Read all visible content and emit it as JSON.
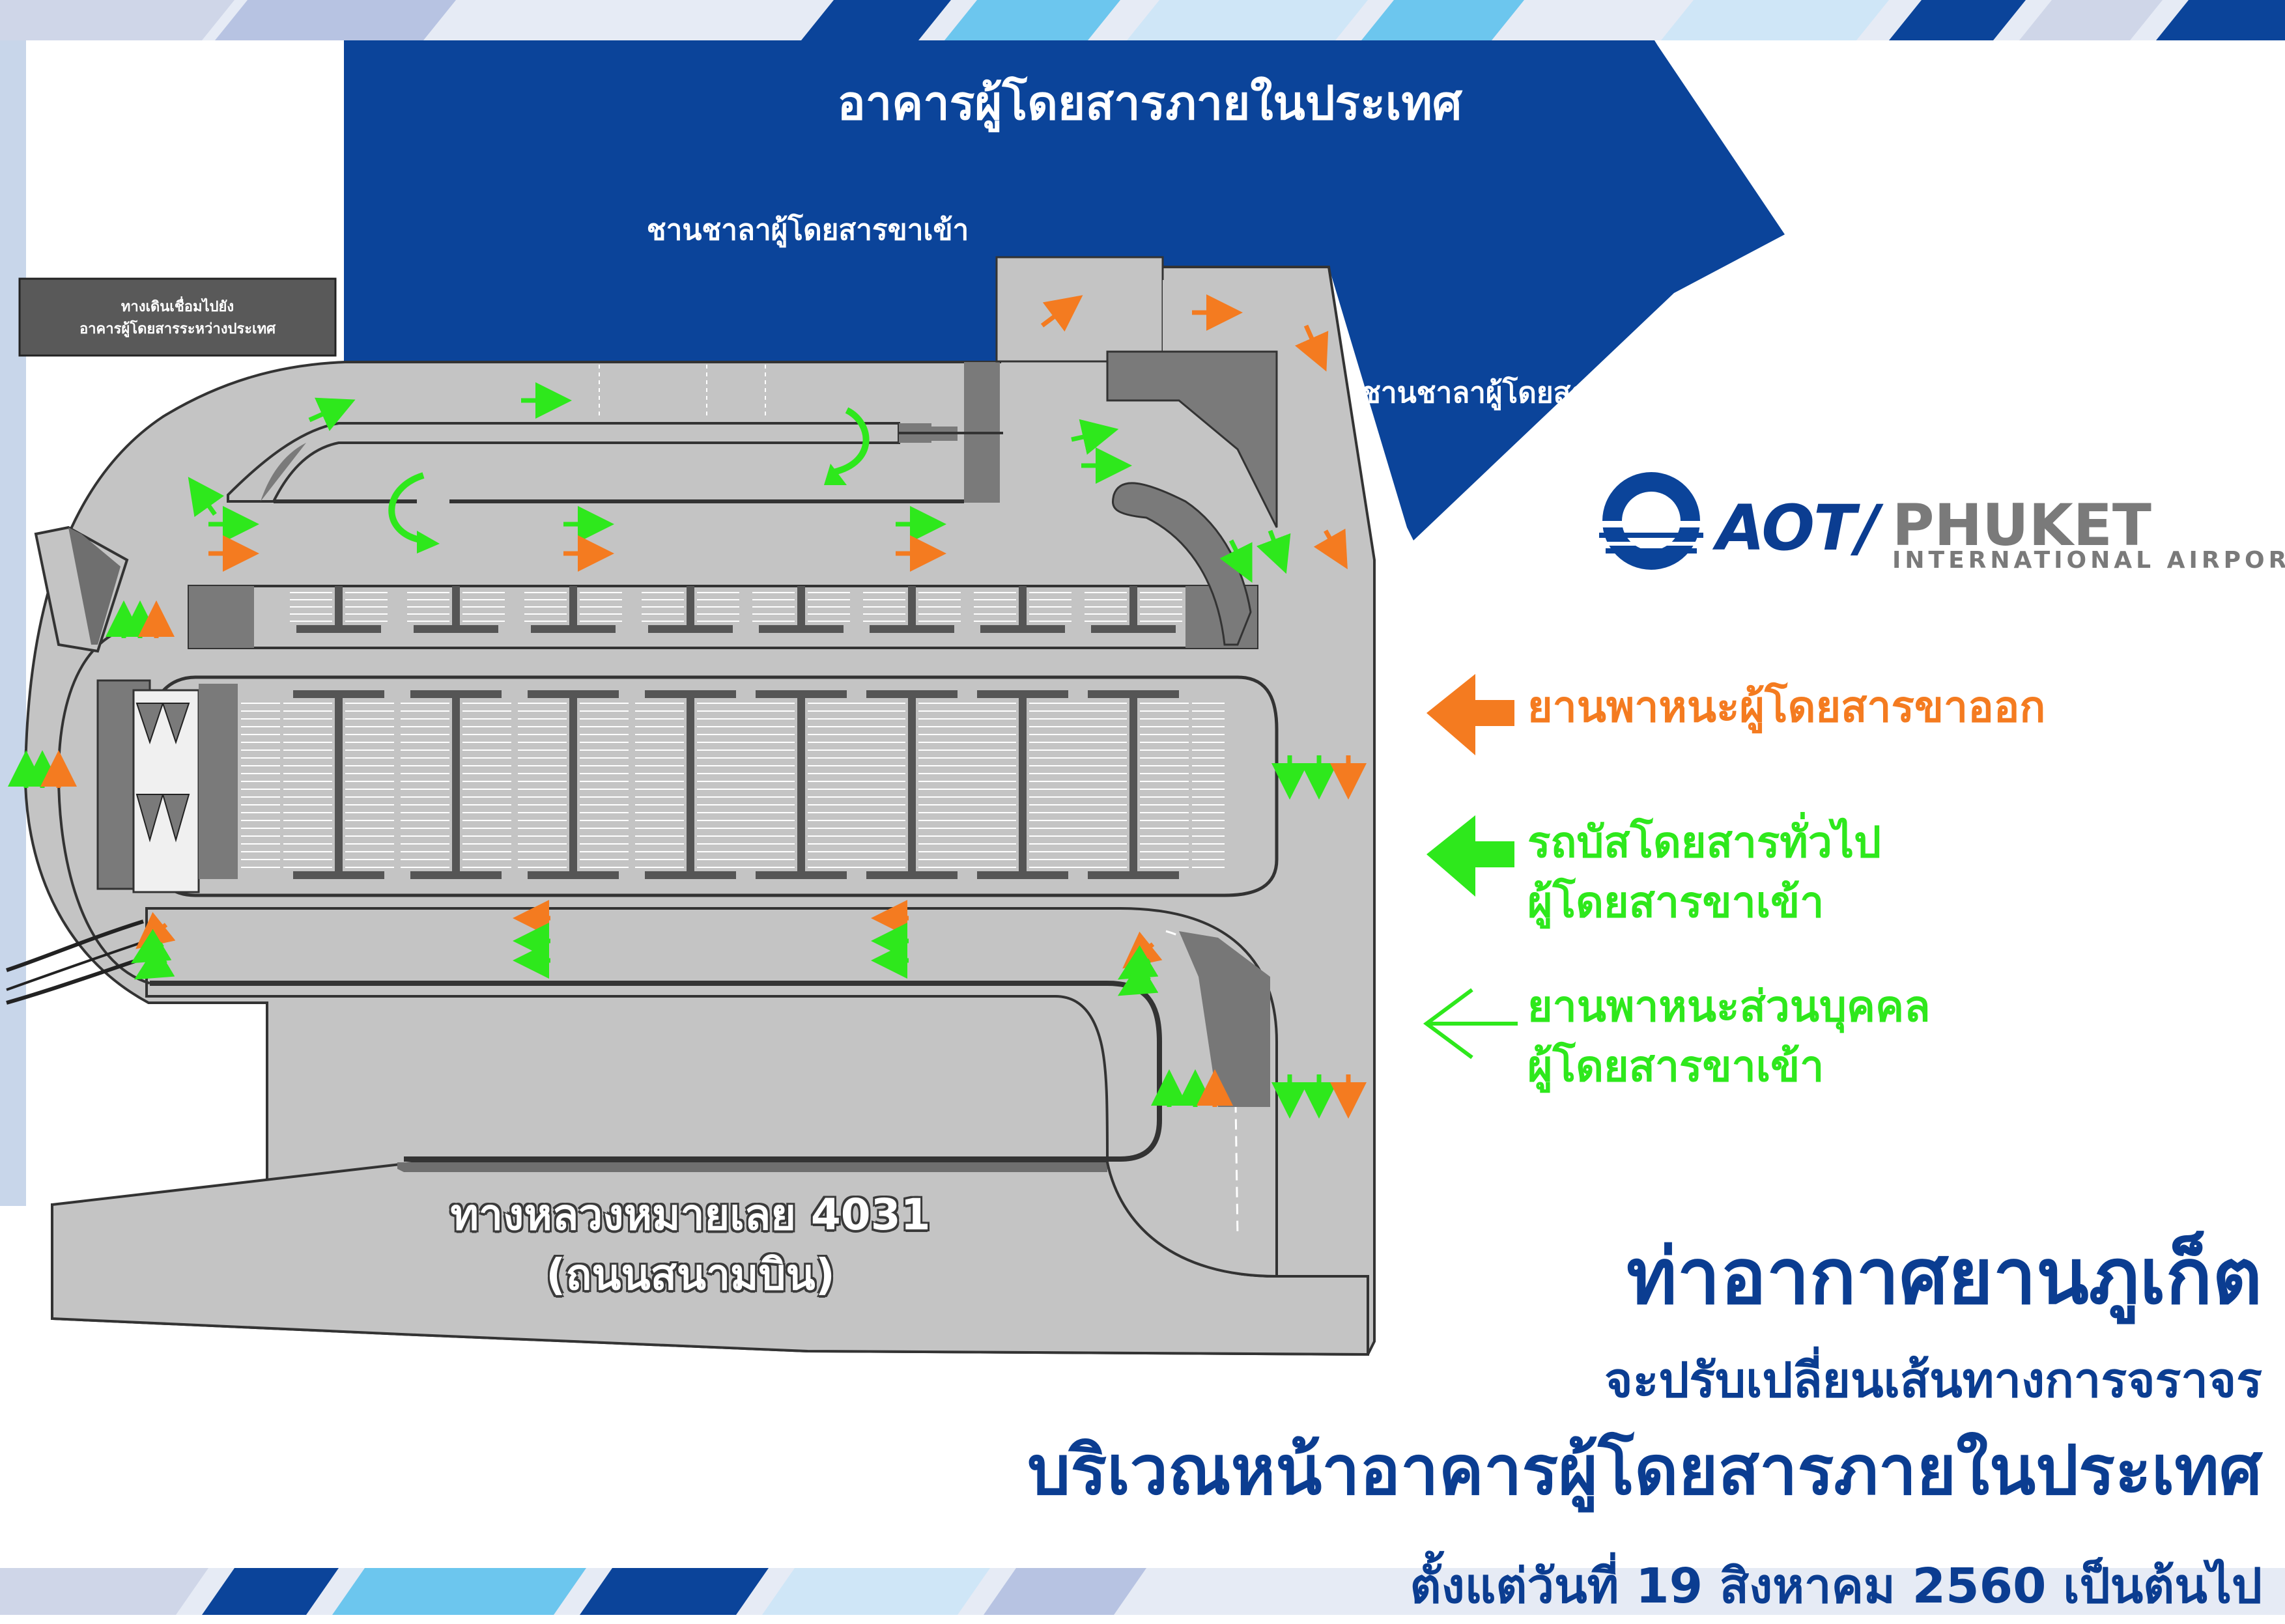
{
  "colors": {
    "terminal_blue": "#0b449a",
    "road_gray": "#c4c4c4",
    "dark_gray": "#7a7a7a",
    "departure_orange": "#f47b20",
    "arrival_green": "#2ee81c",
    "stripe_light": "#cfd6e8",
    "stripe_sky": "#6cc6ee",
    "stripe_navy": "#0b449a"
  },
  "map_labels": {
    "terminal_title": "อาคารผู้โดยสารภายในประเทศ",
    "arrival_hall": "ชานชาลาผู้โดยสารขาเข้า",
    "departure_hall": "ชานชาลาผู้โดยสารขาออก",
    "walkway_line1": "ทางเดินเชื่อมไปยัง",
    "walkway_line2": "อาคารผู้โดยสารระหว่างประเทศ",
    "road_line1": "ทางหลวงหมายเลย 4031",
    "road_line2": "(ถนนสนามบิน)"
  },
  "logo": {
    "aot": "AOT",
    "separator": "/",
    "phuket": "PHUKET",
    "subtitle": "INTERNATIONAL AIRPORT"
  },
  "legend": [
    {
      "icon": "orange-arrow-icon",
      "color": "#f47b20",
      "line1": "ยานพาหนะผู้โดยสารขาออก",
      "line2": ""
    },
    {
      "icon": "green-arrow-icon",
      "color": "#2ee81c",
      "line1": "รถบัสโดยสารทั่วไป",
      "line2": "ผู้โดยสารขาเข้า"
    },
    {
      "icon": "green-outline-arrow-icon",
      "color": "#2ee81c",
      "line1": "ยานพาหนะส่วนบุคคล",
      "line2": "ผู้โดยสารขาเข้า"
    }
  ],
  "headline": {
    "title": "ท่าอากาศยานภูเก็ต",
    "line1": "จะปรับเปลี่ยนเส้นทางการจราจร",
    "line2": "บริเวณหน้าอาคารผู้โดยสารภายในประเทศ",
    "date": "ตั้งแต่วันที่ 19 สิงหาคม 2560 เป็นต้นไป"
  }
}
